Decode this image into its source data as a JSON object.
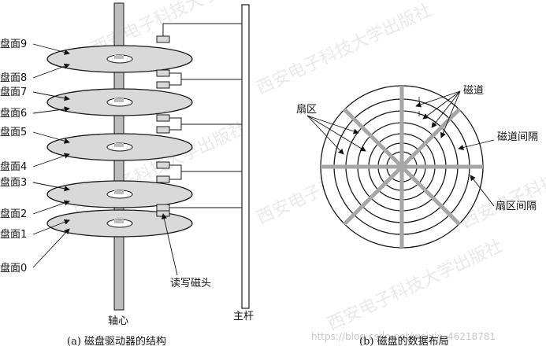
{
  "left_figure": {
    "platters": [
      "盘面9",
      "盘面8",
      "盘面7",
      "盘面6",
      "盘面5",
      "盘面4",
      "盘面3",
      "盘面2",
      "盘面1",
      "盘面0"
    ],
    "head_label": "读写磁头",
    "spindle_label": "轴心",
    "arm_label": "主杆",
    "caption": "(a) 磁盘驱动器的结构"
  },
  "right_figure": {
    "sector_label": "扇区",
    "track_label": "磁道",
    "track_gap_label": "磁道间隔",
    "sector_gap_label": "扇区间隔",
    "caption": "(b) 磁盘的数据布局"
  },
  "watermark": {
    "publisher": "西安电子科技大学出版社",
    "url": "https://blog.csdn.net/weixin_46218781"
  },
  "colors": {
    "platter_fill": "#d9d9d9",
    "spindle_fill": "#bdbdbd",
    "sector_gap": "#a6a6a6",
    "line": "#1a1a1a"
  }
}
